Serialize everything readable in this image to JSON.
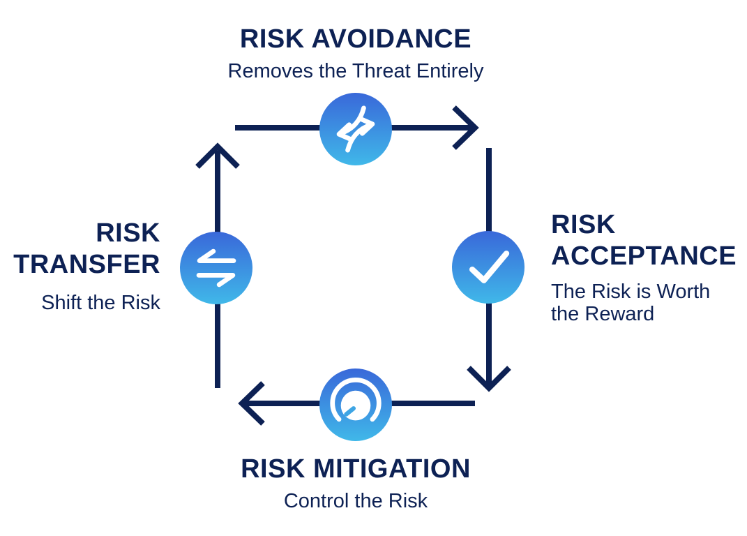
{
  "diagram": {
    "type": "cycle",
    "direction": "clockwise",
    "sequence": [
      "avoidance",
      "acceptance",
      "mitigation",
      "transfer"
    ]
  },
  "colors": {
    "background": "#ffffff",
    "text_navy": "#0d2154",
    "arrow_navy": "#0d2154",
    "icon_gradient_top": "#3968d9",
    "icon_gradient_bottom": "#40b8e9",
    "icon_glyph": "#ffffff"
  },
  "nodes": {
    "avoidance": {
      "position": "top",
      "title": "RISK AVOIDANCE",
      "subtitle": "Removes the Threat Entirely",
      "icon": "diverging-arrows-icon"
    },
    "acceptance": {
      "position": "right",
      "title": "RISK ACCEPTANCE",
      "subtitle": "The Risk is Worth the Reward",
      "icon": "checkmark-icon"
    },
    "mitigation": {
      "position": "bottom",
      "title": "RISK MITIGATION",
      "subtitle": "Control the Risk",
      "icon": "gauge-knob-icon"
    },
    "transfer": {
      "position": "left",
      "title": "RISK TRANSFER",
      "subtitle": "Shift the Risk",
      "icon": "transfer-arrows-icon"
    }
  }
}
